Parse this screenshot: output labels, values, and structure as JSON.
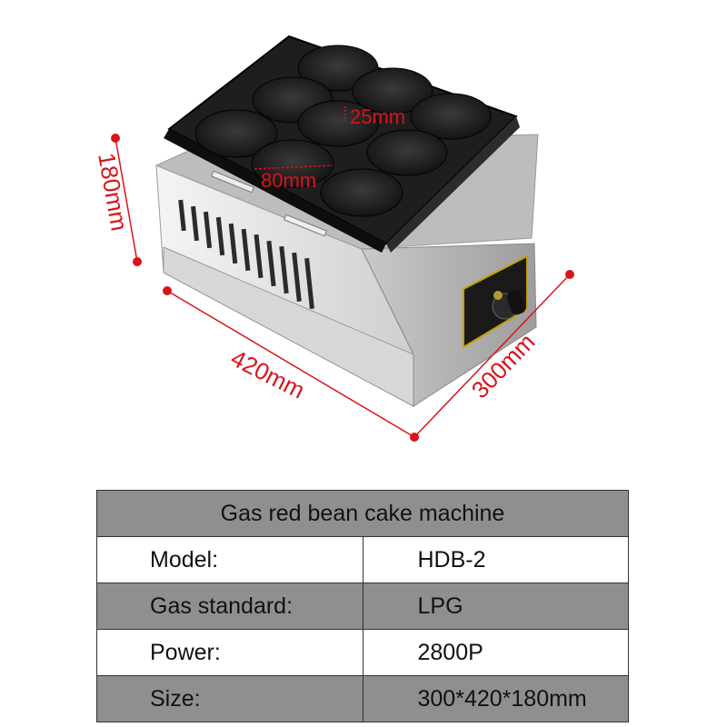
{
  "product": {
    "dimensions": {
      "height": "180mm",
      "length": "420mm",
      "width": "300mm",
      "cup_diameter": "80mm",
      "cup_depth": "25mm"
    }
  },
  "specs": {
    "title": "Gas red bean cake machine",
    "rows": [
      {
        "key": "Model:",
        "value": "HDB-2"
      },
      {
        "key": "Gas standard:",
        "value": "LPG"
      },
      {
        "key": "Power:",
        "value": "2800P"
      },
      {
        "key": "Size:",
        "value": "300*420*180mm"
      }
    ]
  },
  "colors": {
    "dimension_red": "#d8141a",
    "table_shade": "#8f8f8f",
    "griddle": "#1e1e1e"
  }
}
